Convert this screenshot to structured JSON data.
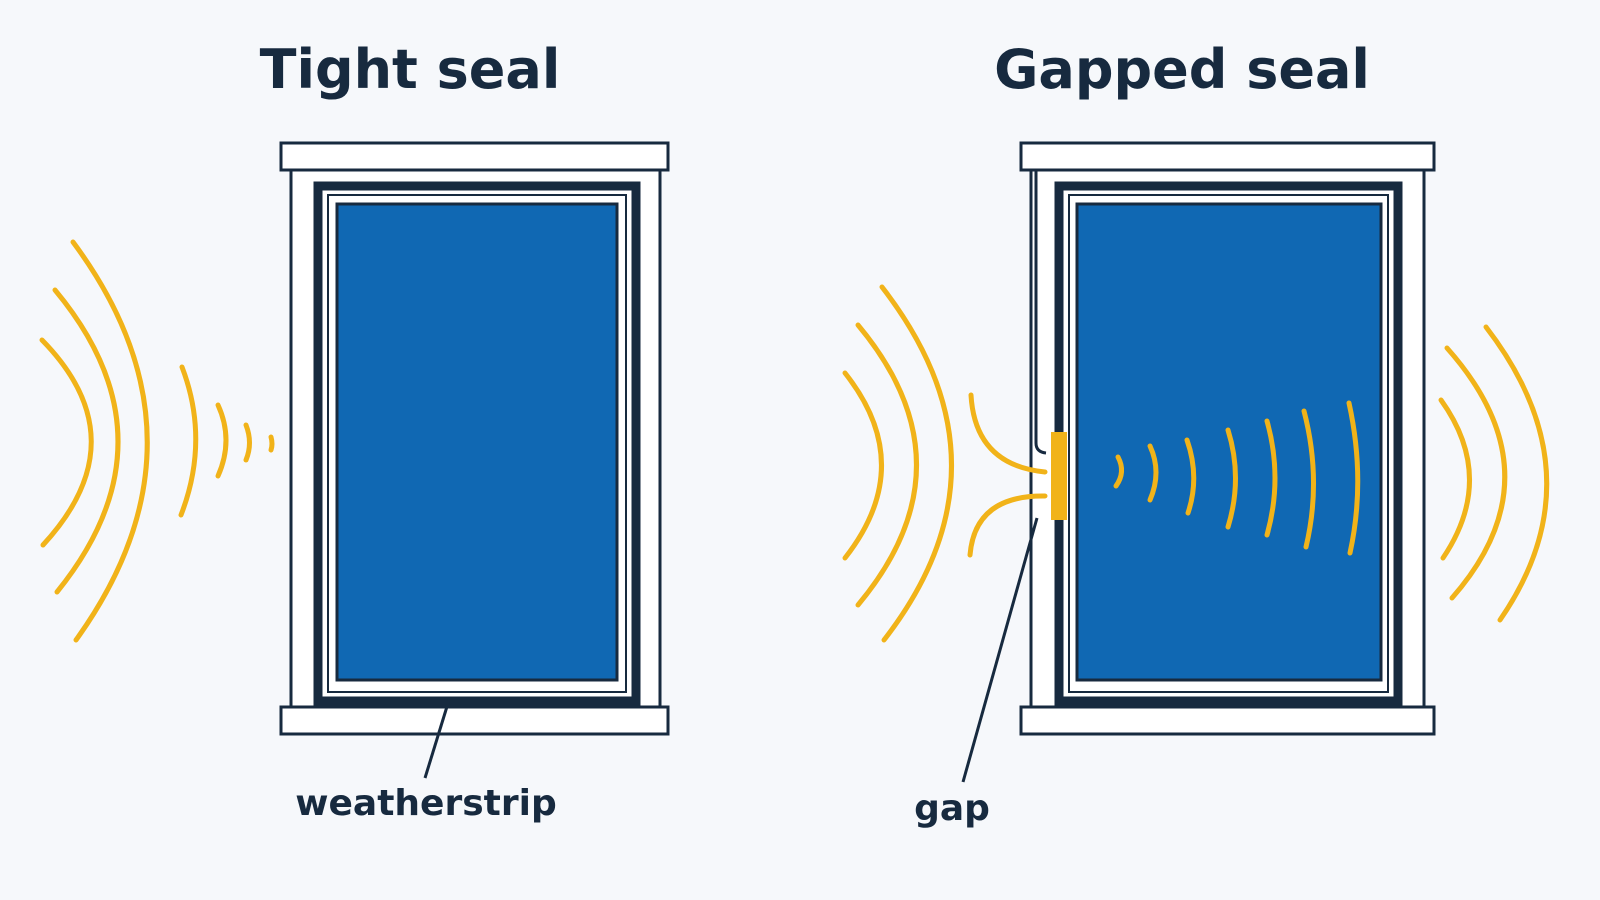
{
  "panels": {
    "left": {
      "title": "Tight seal",
      "label": "weatherstrip"
    },
    "right": {
      "title": "Gapped seal",
      "label": "gap"
    }
  },
  "colors": {
    "background": "#f6f8fb",
    "ink": "#172a3f",
    "glass": "#1068b3",
    "wave": "#f1b319",
    "frame_fill": "#ffffff"
  }
}
